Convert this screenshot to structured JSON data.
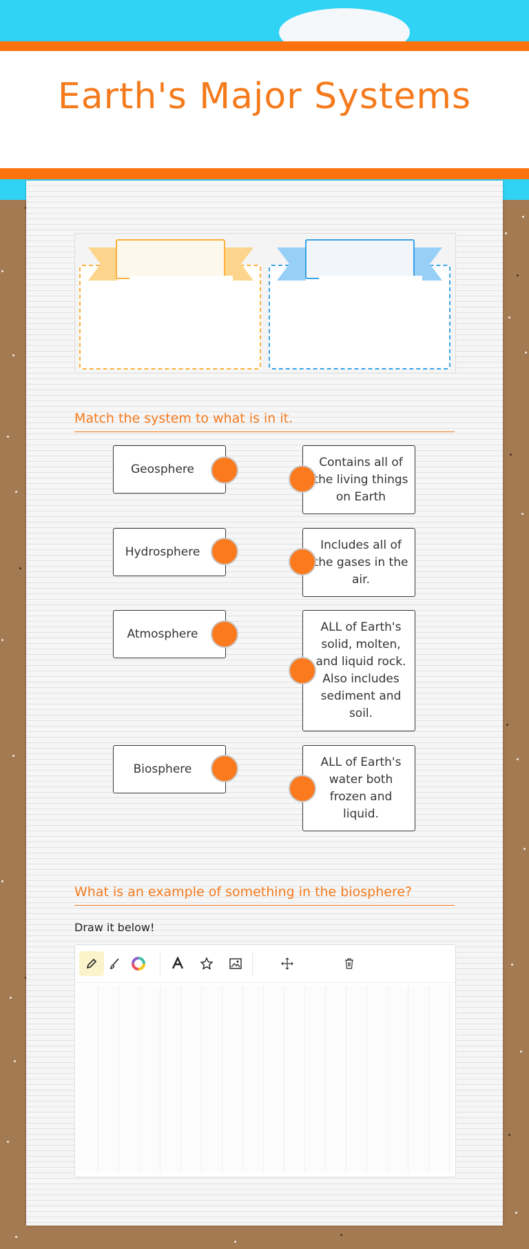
{
  "worksheet": {
    "title": "Earth's Major Systems"
  },
  "section1": {
    "heading": "Match the system to what is in it."
  },
  "matching": {
    "left": [
      "Geosphere",
      "Hydrosphere",
      "Atmosphere",
      "Biosphere"
    ],
    "right": [
      "Contains all of the living things on Earth",
      "Includes all of the gases in the air.",
      "ALL of Earth's solid, molten, and liquid rock. Also includes sediment and soil.",
      "ALL of Earth's water both frozen and liquid."
    ]
  },
  "section2": {
    "heading": "What is an example of something in the biosphere?",
    "instruction": "Draw it below!"
  },
  "toolbar": {
    "tools": [
      "pencil-icon",
      "brush-icon",
      "color-wheel-icon",
      "text-icon",
      "star-icon",
      "image-icon",
      "move-icon",
      "trash-icon"
    ],
    "active_tool": "pencil-icon"
  },
  "colors": {
    "accent_orange": "#fc720e",
    "sky_blue": "#31d3f5",
    "banner_orange": "#fbb13c",
    "banner_blue": "#3aa2e6",
    "cork": "#a47a52",
    "dot_orange": "#fc7a1e"
  }
}
